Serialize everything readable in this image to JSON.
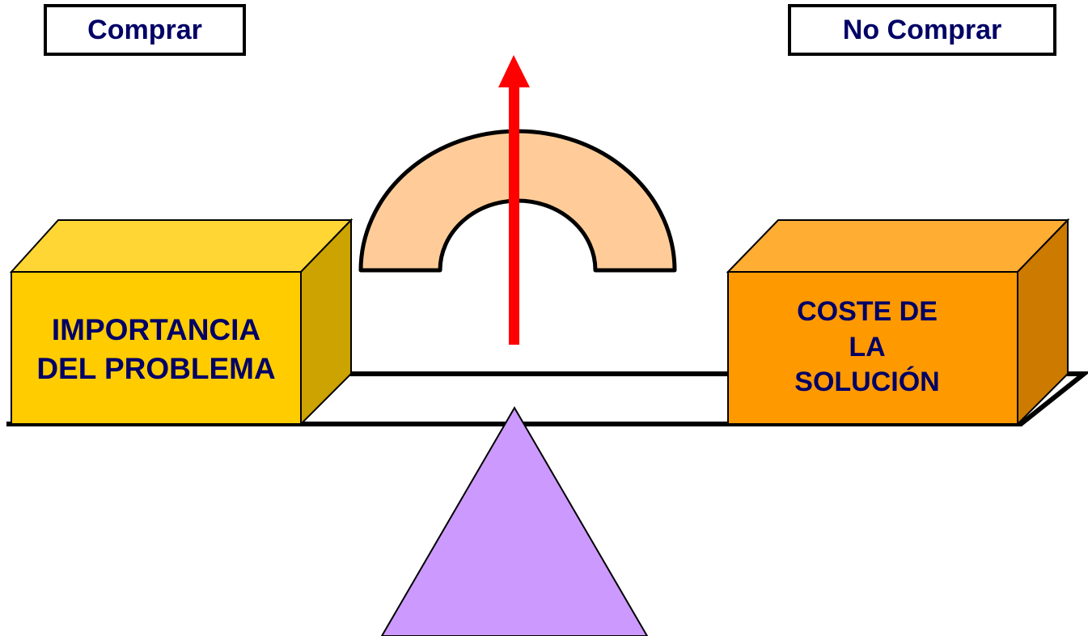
{
  "labels": {
    "left": "Comprar",
    "right": "No Comprar"
  },
  "left_block": {
    "lines": [
      "IMPORTANCIA",
      "DEL PROBLEMA"
    ]
  },
  "right_block": {
    "lines": [
      "COSTE DE",
      "LA",
      "SOLUCIÓN"
    ]
  },
  "colors": {
    "text": "#000066",
    "left_block_front": "#ffcc00",
    "left_block_top": "#ffd633",
    "left_block_side": "#cca300",
    "right_block_front": "#ff9900",
    "right_block_top": "#ffad33",
    "right_block_side": "#cc7a00",
    "gauge": "#ffcc99",
    "needle": "#ff0000",
    "fulcrum": "#cc99ff"
  },
  "icons": {
    "gauge": "semicircle-gauge",
    "needle": "arrow-up-icon",
    "fulcrum": "triangle-fulcrum"
  }
}
